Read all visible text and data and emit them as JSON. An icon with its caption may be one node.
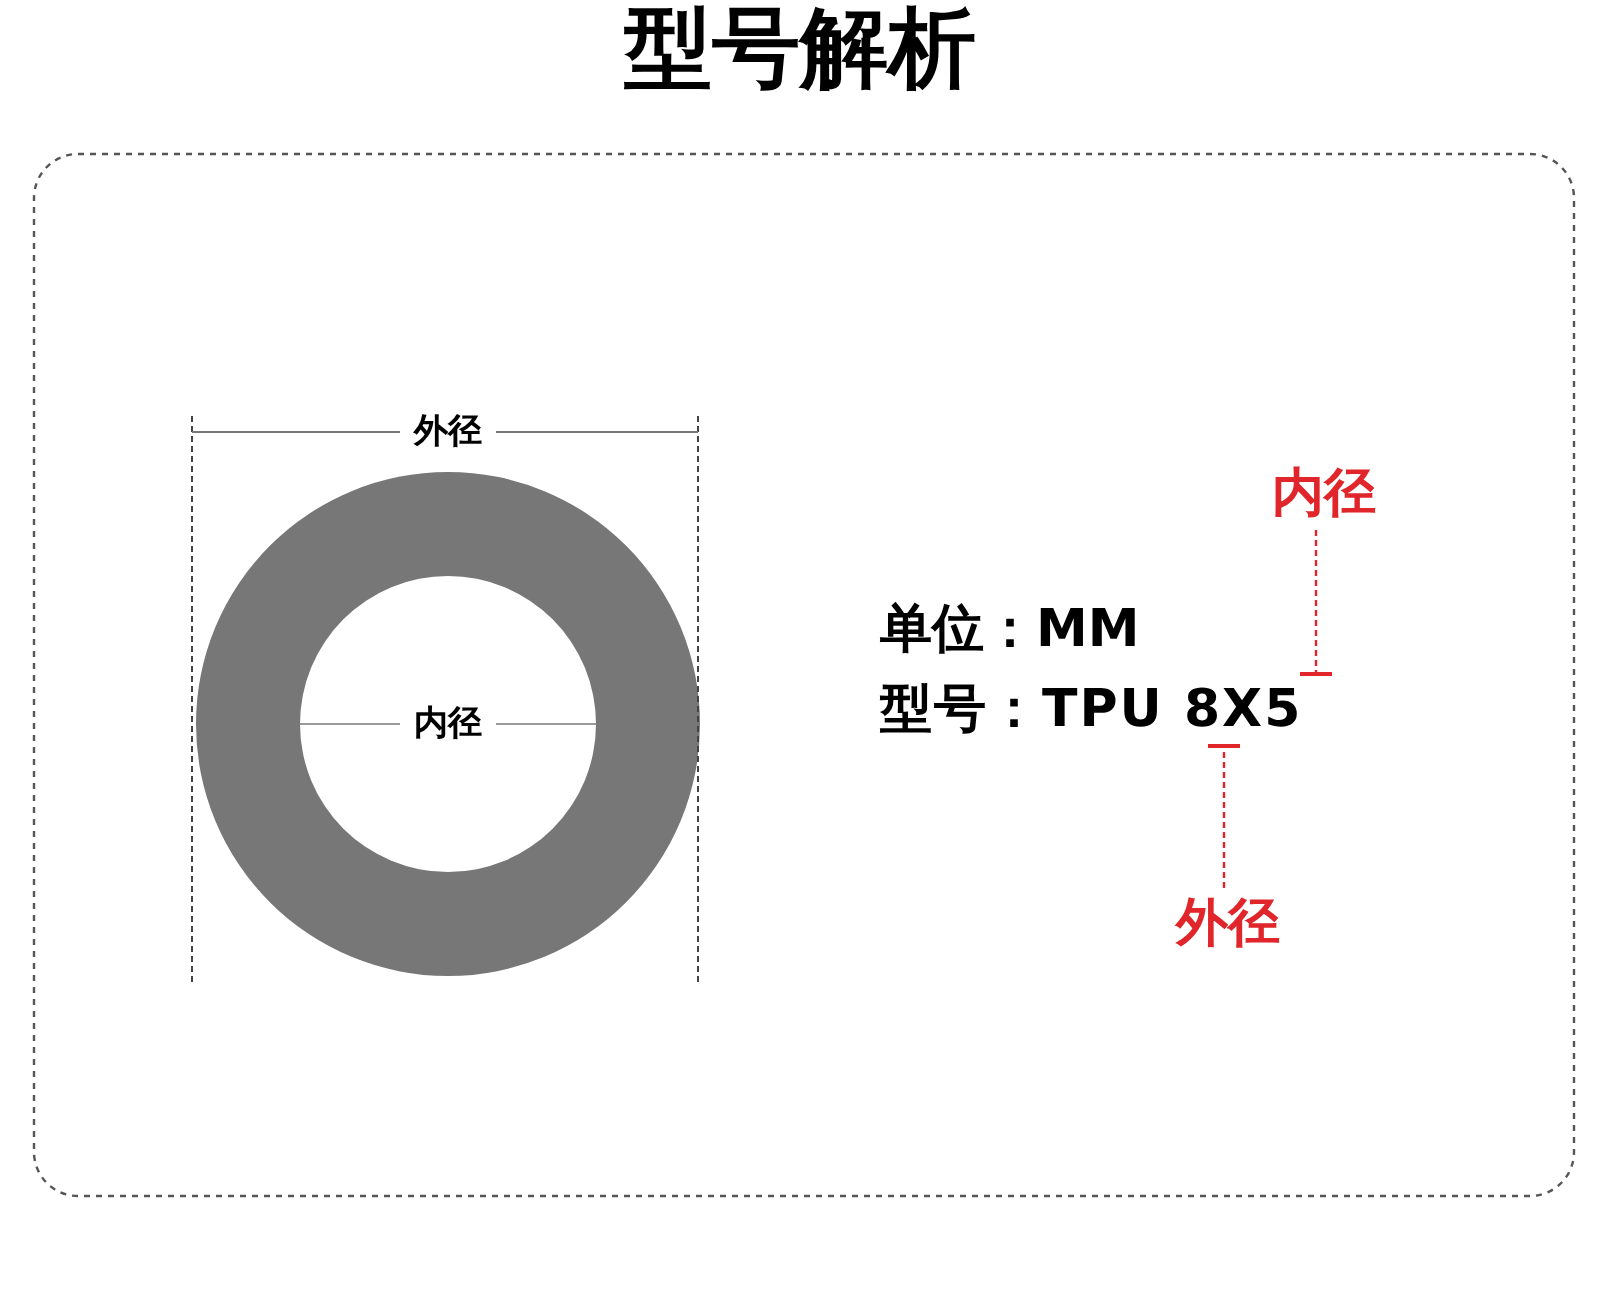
{
  "diagram": {
    "title": "型号解析",
    "nodes": [
      {
        "text": [
          "内径"
        ]
      },
      {
        "text": [
          "外径"
        ]
      },
      {
        "text": [
          "型号：TPU 8X5"
        ]
      }
    ],
    "edges": [
      {
        "from": 0,
        "to": 2,
        "arrow": "other",
        "style": "dashed",
        "color": "#e0262a"
      },
      {
        "from": 1,
        "to": 2,
        "arrow": "other",
        "style": "dashed",
        "color": "#e0262a"
      }
    ],
    "labels": [
      "外径",
      "内径",
      "单位：MM"
    ]
  }
}
